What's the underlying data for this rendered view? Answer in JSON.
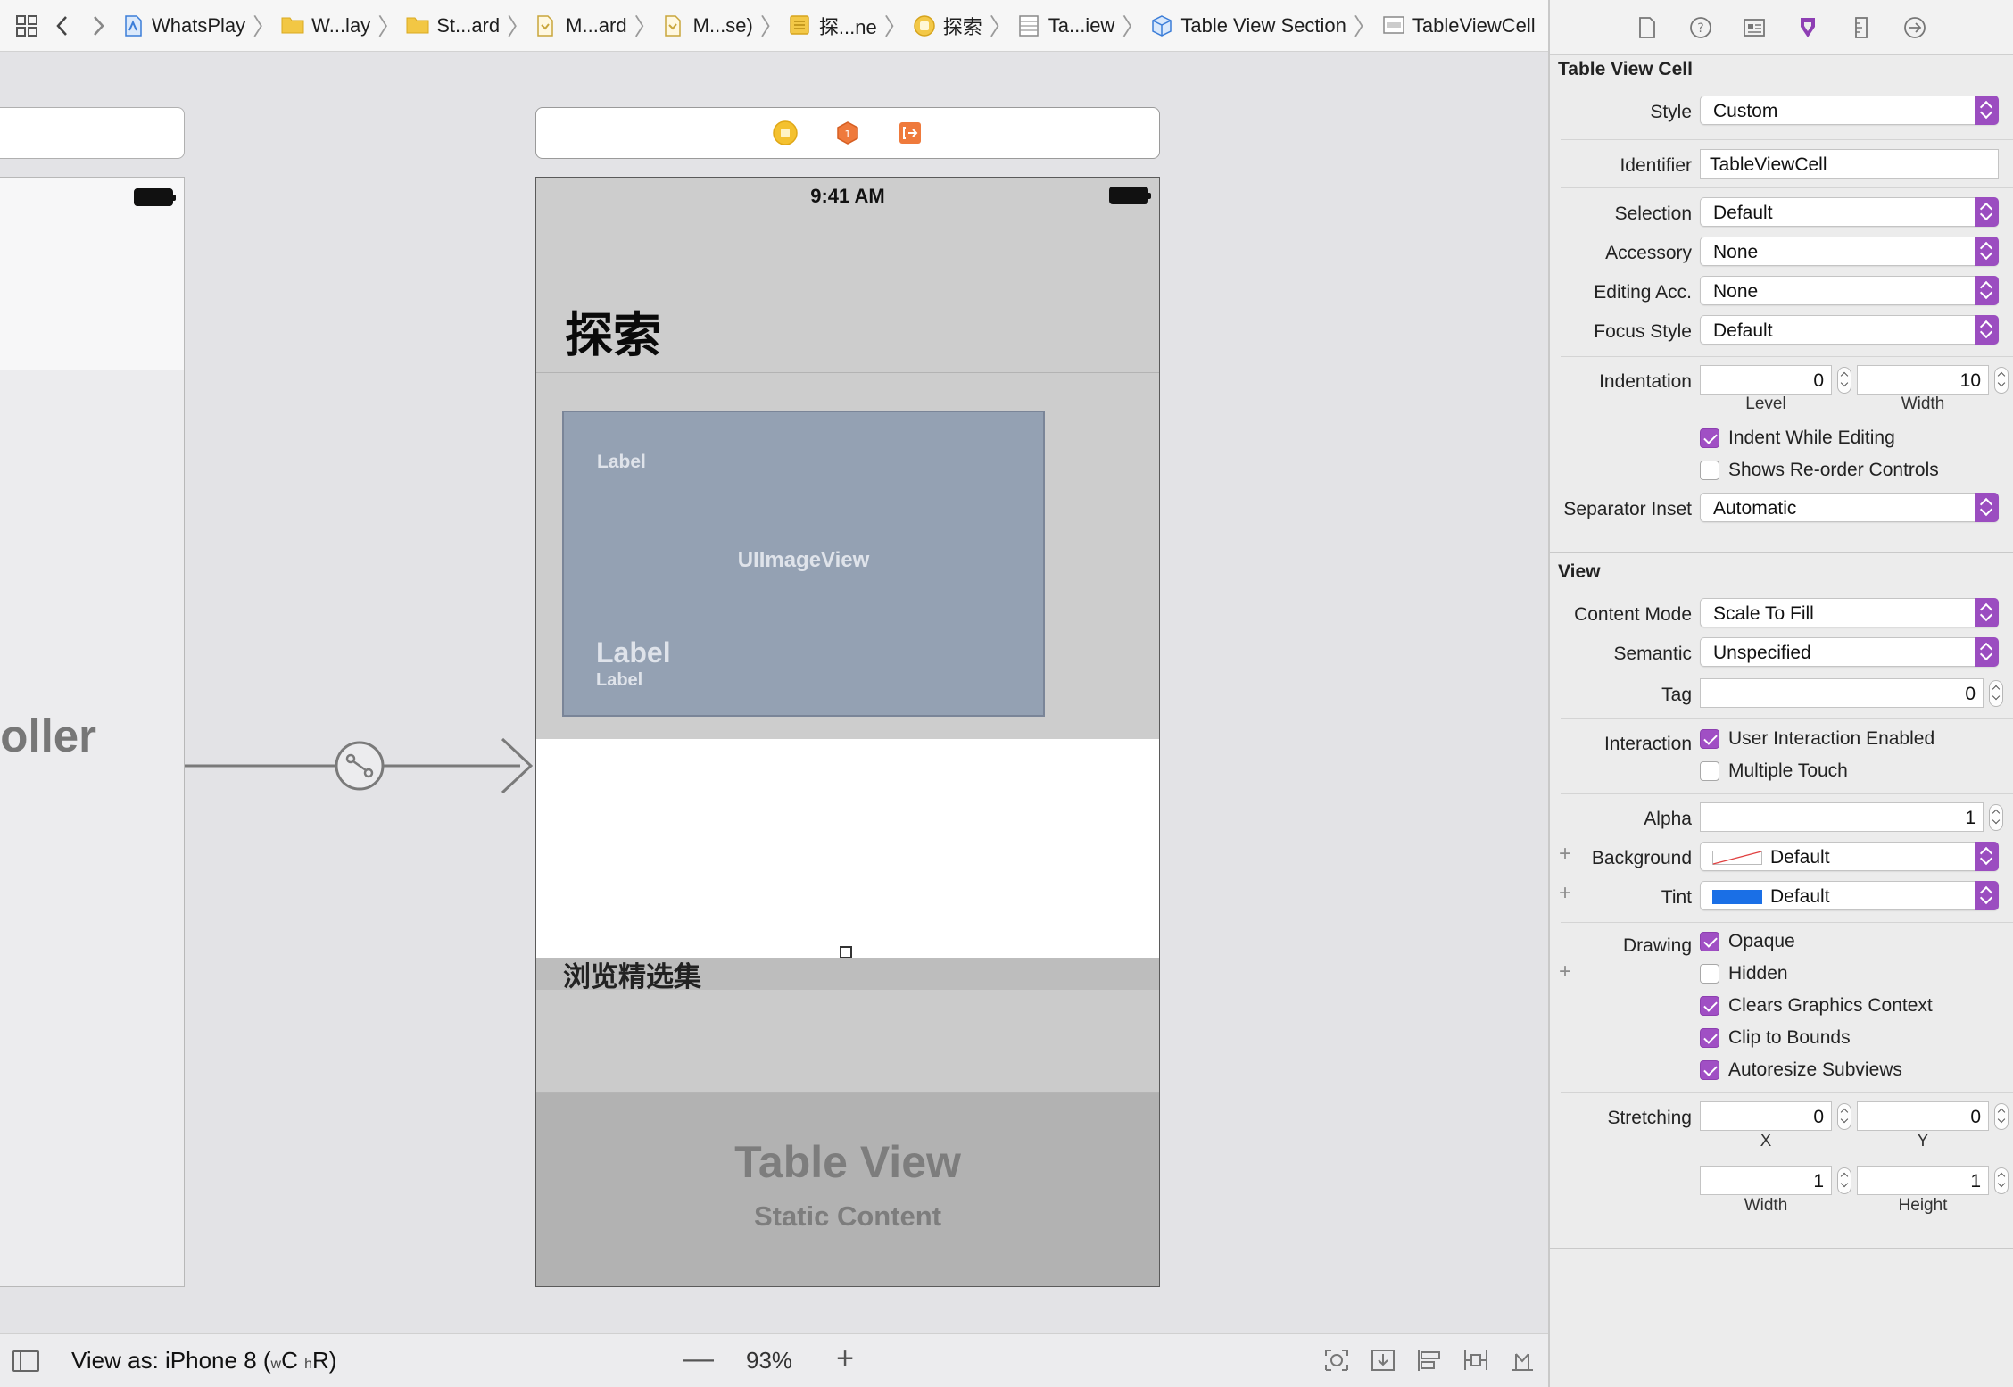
{
  "jumpbar": {
    "crumbs": [
      "WhatsPlay",
      "W...lay",
      "St...ard",
      "M...ard",
      "M...se)",
      "探...ne",
      "探索",
      "Ta...iew",
      "Table View Section",
      "TableViewCell"
    ]
  },
  "canvas": {
    "left_scene_label": "roller",
    "status_time": "9:41 AM",
    "large_title": "探索",
    "image_view": {
      "label_top": "Label",
      "name": "UIImageView",
      "label_big": "Label",
      "label_small": "Label"
    },
    "section_header": "浏览精选集",
    "table_view": {
      "title": "Table View",
      "subtitle": "Static Content"
    }
  },
  "bottombar": {
    "view_as_prefix": "View as: iPhone 8 (",
    "size_w": "w",
    "size_c": "C ",
    "size_h": "h",
    "size_r": "R)",
    "zoom_out": "—",
    "zoom": "93%",
    "zoom_in": "+"
  },
  "inspector": {
    "cell_section": {
      "title": "Table View Cell",
      "style_label": "Style",
      "style_value": "Custom",
      "identifier_label": "Identifier",
      "identifier_value": "TableViewCell",
      "selection_label": "Selection",
      "selection_value": "Default",
      "accessory_label": "Accessory",
      "accessory_value": "None",
      "editing_label": "Editing Acc.",
      "editing_value": "None",
      "focus_label": "Focus Style",
      "focus_value": "Default",
      "indentation_label": "Indentation",
      "level_value": "0",
      "level_label": "Level",
      "width_value": "10",
      "width_label": "Width",
      "indent_while_editing": "Indent While Editing",
      "shows_reorder": "Shows Re-order Controls",
      "separator_label": "Separator Inset",
      "separator_value": "Automatic"
    },
    "view_section": {
      "title": "View",
      "content_mode_label": "Content Mode",
      "content_mode_value": "Scale To Fill",
      "semantic_label": "Semantic",
      "semantic_value": "Unspecified",
      "tag_label": "Tag",
      "tag_value": "0",
      "interaction_label": "Interaction",
      "user_interaction": "User Interaction Enabled",
      "multiple_touch": "Multiple Touch",
      "alpha_label": "Alpha",
      "alpha_value": "1",
      "background_label": "Background",
      "background_value": "Default",
      "tint_label": "Tint",
      "tint_value": "Default",
      "drawing_label": "Drawing",
      "opaque": "Opaque",
      "hidden": "Hidden",
      "clears_graphics": "Clears Graphics Context",
      "clip_to_bounds": "Clip to Bounds",
      "autoresize": "Autoresize Subviews",
      "stretching_label": "Stretching",
      "stretch_x_value": "0",
      "stretch_x_label": "X",
      "stretch_y_value": "0",
      "stretch_y_label": "Y",
      "stretch_w_value": "1",
      "stretch_w_label": "Width",
      "stretch_h_value": "1",
      "stretch_h_label": "Height"
    }
  },
  "colors": {
    "accent": "#a04fc4",
    "image_view_fill": "#94a1b3",
    "tint_swatch": "#1a6fe6"
  }
}
